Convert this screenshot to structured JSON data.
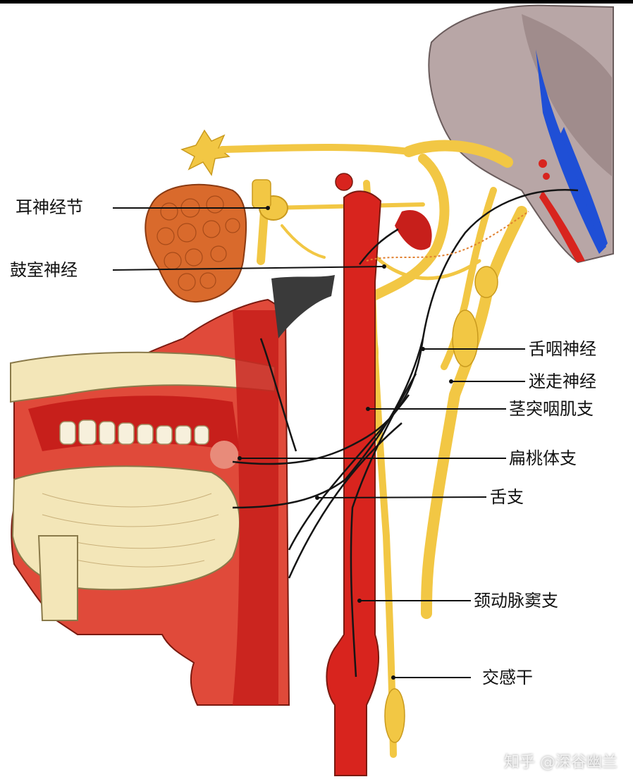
{
  "labels": {
    "otic_ganglion": "耳神经节",
    "tympanic_nerve": "鼓室神经",
    "glossopharyngeal_nerve": "舌咽神经",
    "vagus_nerve": "迷走神经",
    "pharyngeal_branch": "茎突咽肌支",
    "tonsillar_branch": "扁桃体支",
    "lingual_branch": "舌支",
    "carotid_sinus_branch": "颈动脉窦支",
    "sympathetic_trunk": "交感干"
  },
  "watermark": "知乎 @深谷幽兰",
  "colors": {
    "nerve": "#f2c744",
    "nerve_dark": "#c99a1e",
    "artery": "#d8241e",
    "muscle": "#e04a3a",
    "gland": "#d96a2c",
    "bone": "#f3e6b8",
    "brainstem": "#b8a6a6",
    "vein_blue": "#1f4fd6",
    "leader_line": "#111111"
  }
}
